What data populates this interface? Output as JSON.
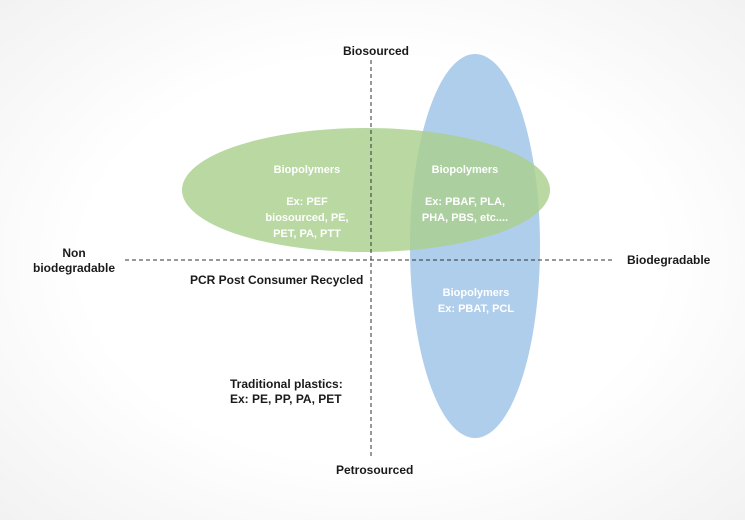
{
  "axes": {
    "top": "Biosourced",
    "bottom": "Petrosourced",
    "left_line1": "Non",
    "left_line2": "biodegradable",
    "right": "Biodegradable"
  },
  "green_left": {
    "title": "Biopolymers",
    "lines": [
      "Ex: PEF",
      "biosourced, PE,",
      "PET, PA, PTT"
    ]
  },
  "overlap": {
    "title": "Biopolymers",
    "lines": [
      "Ex: PBAF, PLA,",
      "PHA, PBS, etc...."
    ]
  },
  "blue_bottom": {
    "title": "Biopolymers",
    "lines": [
      "Ex: PBAT, PCL"
    ]
  },
  "pcr": "PCR Post Consumer Recycled",
  "traditional": {
    "line1": "Traditional plastics:",
    "line2": "Ex: PE, PP, PA, PET"
  },
  "colors": {
    "green_ellipse": "#a9d08e",
    "blue_ellipse": "#9dc3e6",
    "axis_line": "#333333"
  }
}
